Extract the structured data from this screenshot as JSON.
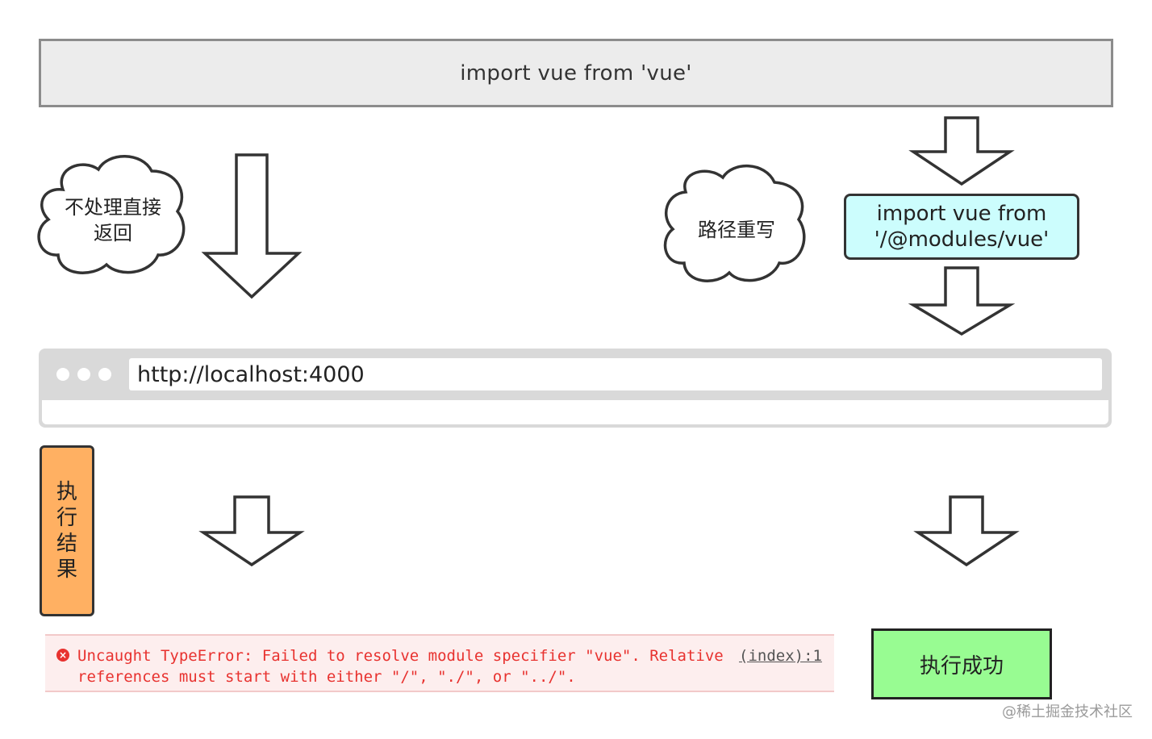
{
  "top_import": {
    "text": "import vue from 'vue'"
  },
  "left_cloud": {
    "line1": "不处理直接",
    "line2": "返回"
  },
  "right_cloud": {
    "text": "路径重写"
  },
  "rewrite_box": {
    "line1": "import vue from",
    "line2": "'/@modules/vue'",
    "color": "#ccfdfd"
  },
  "browser": {
    "url": "http://localhost:4000"
  },
  "result_label": {
    "chars": [
      "执",
      "行",
      "结",
      "果"
    ],
    "color": "#ffb062"
  },
  "error": {
    "icon": "error-icon",
    "line1": "Uncaught TypeError: Failed to resolve module specifier \"vue\". Relative",
    "line2": "references must start with either \"/\", \"./\", or \"../\".",
    "link": "(index):1",
    "color": "#e8322f"
  },
  "success": {
    "text": "执行成功",
    "color": "#98fc92"
  },
  "watermark": {
    "text": "@稀土掘金技术社区"
  }
}
